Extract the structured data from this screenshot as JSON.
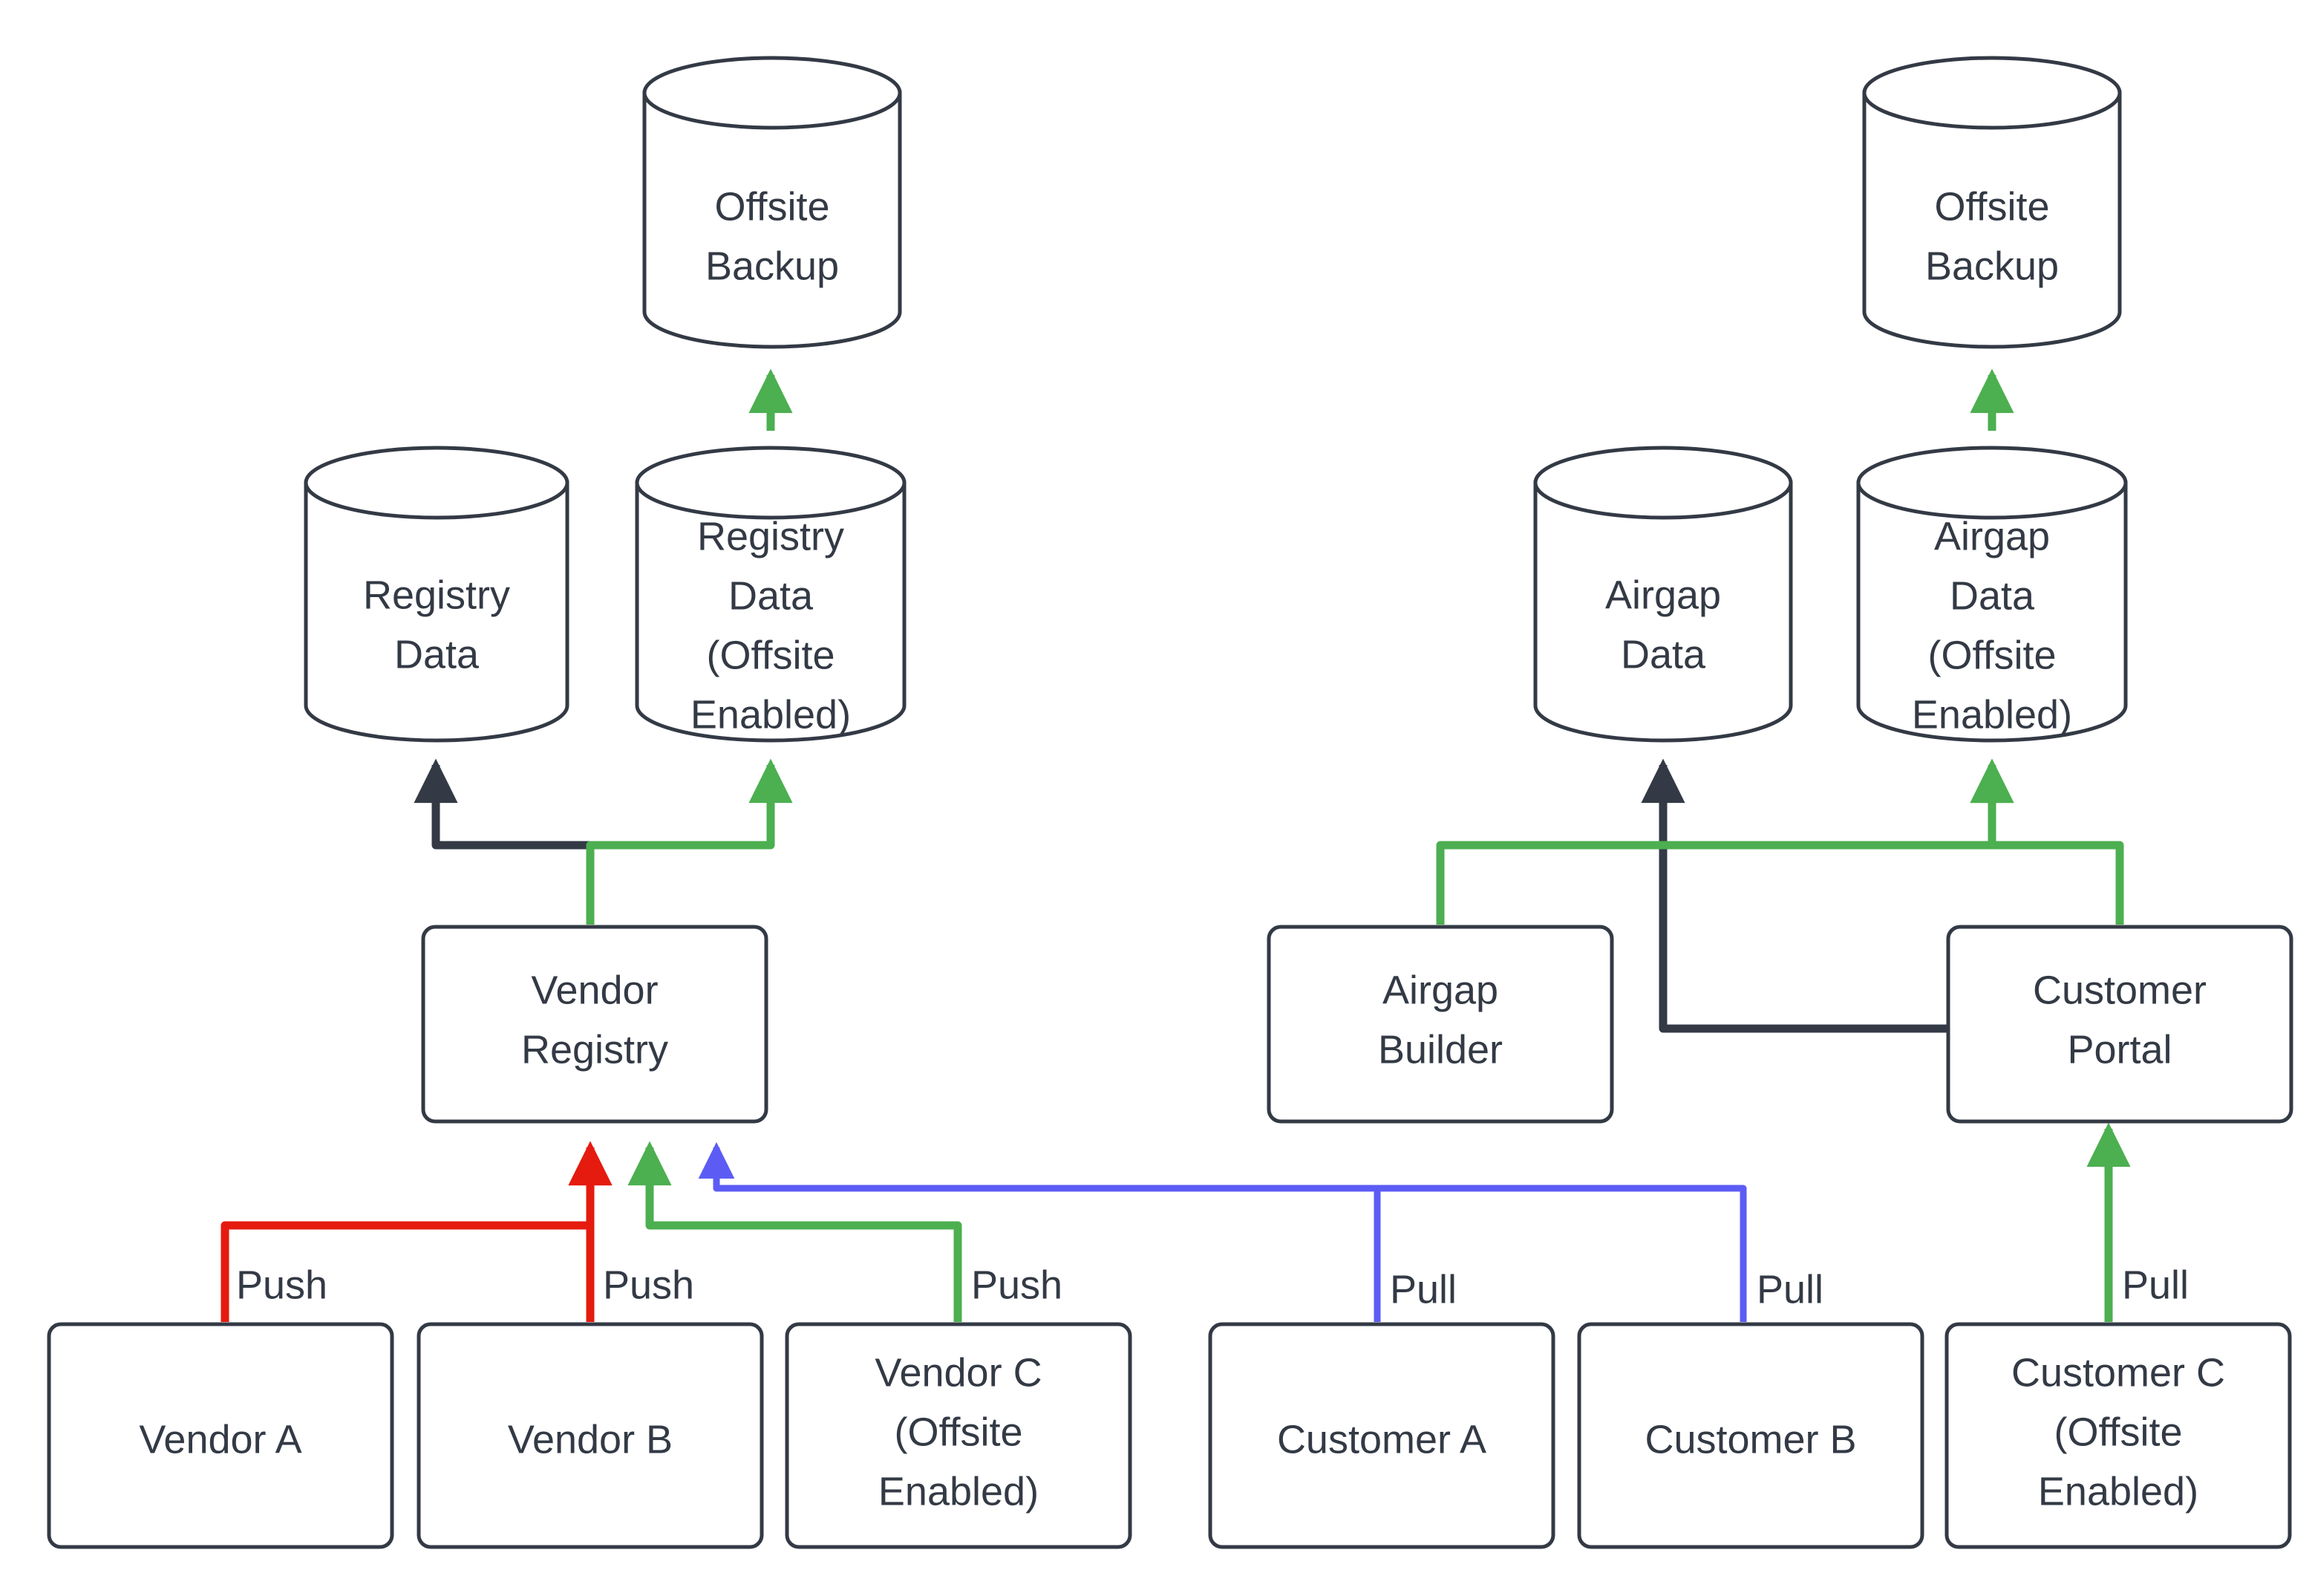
{
  "diagram": {
    "title": "Vendor and Customer Registry Offsite Backup Flow",
    "background": "#ffffff",
    "colors": {
      "stroke_dark": "#333a45",
      "flow_dark": "#333a45",
      "flow_green": "#4caf50",
      "flow_red": "#e51b0f",
      "flow_blue": "#5c5cf5",
      "node_fill": "#ffffff",
      "text": "#333a45"
    },
    "nodes": [
      {
        "id": "offsite_backup_left",
        "shape": "cylinder",
        "label": "Offsite\nBackup",
        "lines": [
          "Offsite",
          "Backup"
        ]
      },
      {
        "id": "registry_data",
        "shape": "cylinder",
        "label": "Registry\nData",
        "lines": [
          "Registry",
          "Data"
        ]
      },
      {
        "id": "registry_data_offsite",
        "shape": "cylinder",
        "label": "Registry\nData\n(Offsite\nEnabled)",
        "lines": [
          "Registry",
          "Data",
          "(Offsite",
          "Enabled)"
        ]
      },
      {
        "id": "vendor_registry",
        "shape": "box",
        "label": "Vendor\nRegistry",
        "lines": [
          "Vendor",
          "Registry"
        ]
      },
      {
        "id": "vendor_a",
        "shape": "box",
        "label": "Vendor A",
        "lines": [
          "Vendor A"
        ]
      },
      {
        "id": "vendor_b",
        "shape": "box",
        "label": "Vendor B",
        "lines": [
          "Vendor B"
        ]
      },
      {
        "id": "vendor_c",
        "shape": "box",
        "label": "Vendor C\n(Offsite\nEnabled)",
        "lines": [
          "Vendor C",
          "(Offsite",
          "Enabled)"
        ]
      },
      {
        "id": "offsite_backup_right",
        "shape": "cylinder",
        "label": "Offsite\nBackup",
        "lines": [
          "Offsite",
          "Backup"
        ]
      },
      {
        "id": "airgap_data",
        "shape": "cylinder",
        "label": "Airgap\nData",
        "lines": [
          "Airgap",
          "Data"
        ]
      },
      {
        "id": "airgap_data_offsite",
        "shape": "cylinder",
        "label": "Airgap\nData\n(Offsite\nEnabled)",
        "lines": [
          "Airgap",
          "Data",
          "(Offsite",
          "Enabled)"
        ]
      },
      {
        "id": "airgap_builder",
        "shape": "box",
        "label": "Airgap\nBuilder",
        "lines": [
          "Airgap",
          "Builder"
        ]
      },
      {
        "id": "customer_portal",
        "shape": "box",
        "label": "Customer\nPortal",
        "lines": [
          "Customer",
          "Portal"
        ]
      },
      {
        "id": "customer_a",
        "shape": "box",
        "label": "Customer A",
        "lines": [
          "Customer A"
        ]
      },
      {
        "id": "customer_b",
        "shape": "box",
        "label": "Customer B",
        "lines": [
          "Customer B"
        ]
      },
      {
        "id": "customer_c",
        "shape": "box",
        "label": "Customer C\n(Offsite\nEnabled)",
        "lines": [
          "Customer C",
          "(Offsite",
          "Enabled)"
        ]
      }
    ],
    "edges": [
      {
        "id": "e1",
        "from": "vendor_a",
        "to": "vendor_registry",
        "label": "Push",
        "color": "#e51b0f"
      },
      {
        "id": "e2",
        "from": "vendor_b",
        "to": "vendor_registry",
        "label": "Push",
        "color": "#e51b0f"
      },
      {
        "id": "e3",
        "from": "vendor_c",
        "to": "vendor_registry",
        "label": "Push",
        "color": "#4caf50"
      },
      {
        "id": "e4",
        "from": "vendor_registry",
        "to": "registry_data",
        "label": "",
        "color": "#333a45"
      },
      {
        "id": "e5",
        "from": "vendor_registry",
        "to": "registry_data_offsite",
        "label": "",
        "color": "#4caf50"
      },
      {
        "id": "e6",
        "from": "registry_data_offsite",
        "to": "offsite_backup_left",
        "label": "",
        "color": "#4caf50"
      },
      {
        "id": "e7",
        "from": "customer_a",
        "to": "vendor_registry",
        "label": "Pull",
        "color": "#5c5cf5"
      },
      {
        "id": "e8",
        "from": "customer_b",
        "to": "vendor_registry",
        "label": "Pull",
        "color": "#5c5cf5"
      },
      {
        "id": "e9",
        "from": "customer_c",
        "to": "customer_portal",
        "label": "Pull",
        "color": "#4caf50"
      },
      {
        "id": "e10",
        "from": "customer_portal",
        "to": "airgap_data",
        "label": "",
        "color": "#333a45"
      },
      {
        "id": "e11",
        "from": "airgap_builder",
        "to": "airgap_data_offsite",
        "label": "",
        "color": "#4caf50"
      },
      {
        "id": "e12",
        "from": "customer_portal",
        "to": "airgap_data_offsite",
        "label": "",
        "color": "#4caf50"
      },
      {
        "id": "e13",
        "from": "airgap_data_offsite",
        "to": "offsite_backup_right",
        "label": "",
        "color": "#4caf50"
      }
    ],
    "edge_labels": {
      "push": "Push",
      "pull": "Pull"
    }
  }
}
